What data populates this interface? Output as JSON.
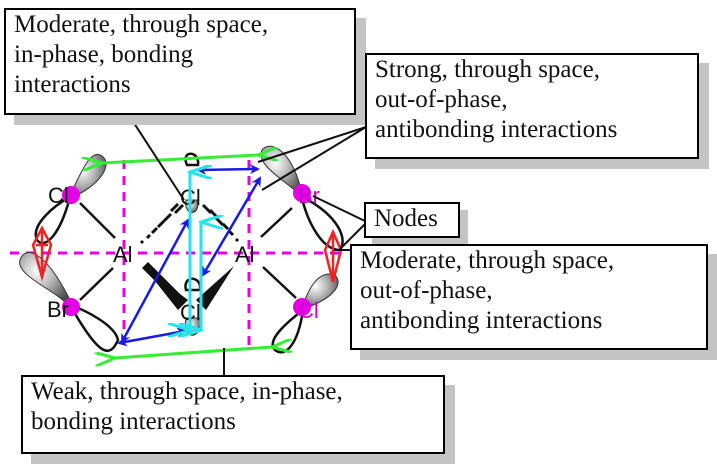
{
  "colors": {
    "node_plane": "#e600e6",
    "strong_antibonding_arrow": "#1a1ae6",
    "bonding_arrow_green": "#33ee33",
    "cyan_arrow": "#22e6ee",
    "node_arrow": "#ee2222",
    "lobe_gray": "#9a9a9a",
    "atom_dot": "#e600e6"
  },
  "atoms": {
    "al_left": "Al",
    "al_right": "Al",
    "cl_top_bridge": "Cl",
    "cl_bottom_bridge": "Cl",
    "cl_left_terminal": "Cl",
    "br_left_terminal": "Br",
    "br_right_terminal": "Br",
    "cl_right_terminal": "Cl"
  },
  "callouts": {
    "moderate_bonding": [
      "Moderate, through space,",
      "in-phase, bonding",
      "interactions"
    ],
    "strong_antibonding": [
      "Strong, through space,",
      "out-of-phase,",
      "antibonding interactions"
    ],
    "nodes": [
      "Nodes"
    ],
    "moderate_antibonding": [
      "Moderate, through space,",
      "out-of-phase,",
      "antibonding interactions"
    ],
    "weak_bonding": [
      "Weak, through space, in-phase,",
      "bonding interactions"
    ]
  }
}
